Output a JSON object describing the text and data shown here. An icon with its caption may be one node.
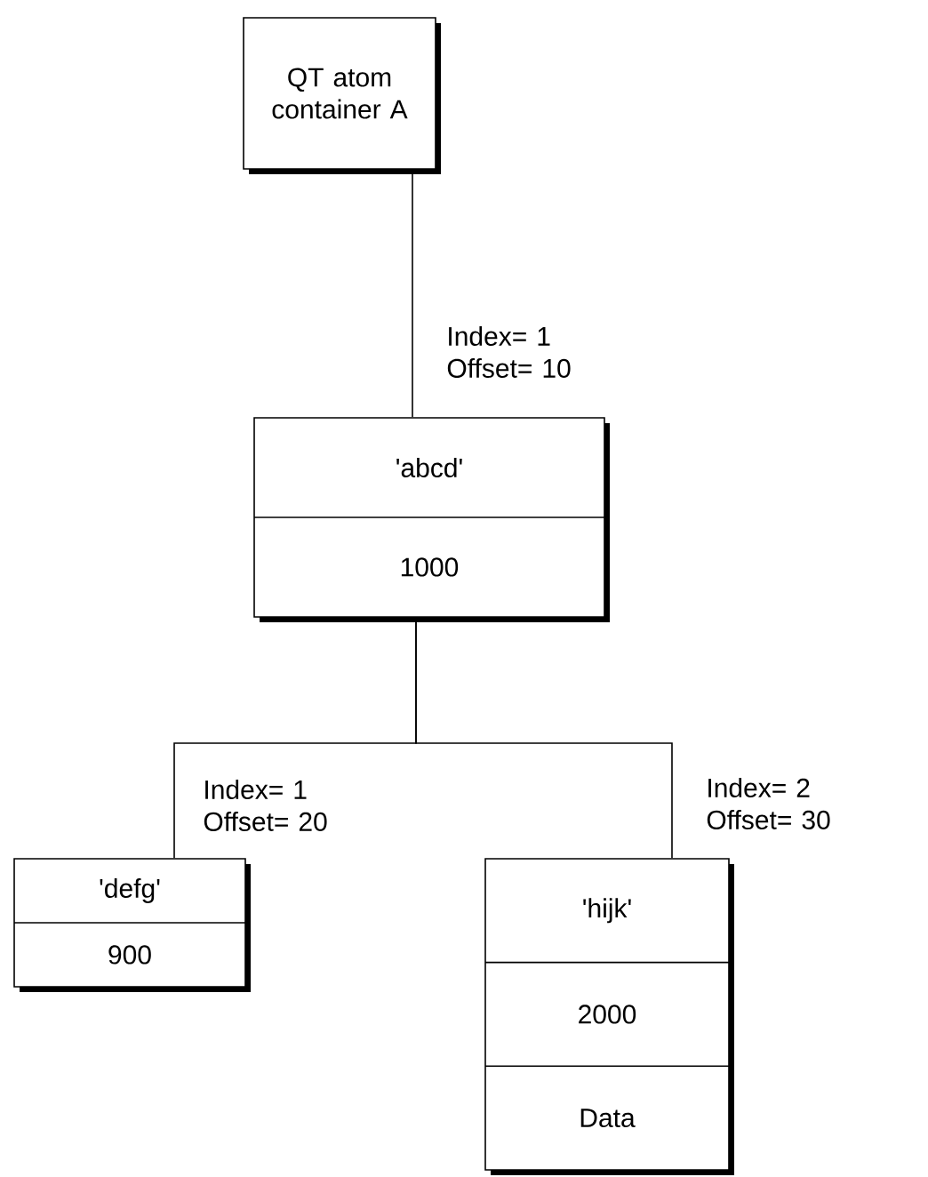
{
  "diagram": {
    "nodes": [
      {
        "text": [
          "QT atom container A"
        ]
      },
      {
        "text": [
          "'abcd'",
          "1000"
        ]
      },
      {
        "text": [
          "'defg'",
          "900"
        ]
      },
      {
        "text": [
          "'hijk'",
          "2000",
          "Data"
        ]
      }
    ],
    "edges": [
      {
        "from": 0,
        "to": 1,
        "arrow": "none",
        "label": "Index= 1 Offset= 10"
      },
      {
        "from": 1,
        "to": 2,
        "arrow": "none",
        "label": "Index= 1 Offset= 20"
      },
      {
        "from": 1,
        "to": 3,
        "arrow": "none",
        "label": "Index= 2 Offset= 30"
      }
    ]
  }
}
